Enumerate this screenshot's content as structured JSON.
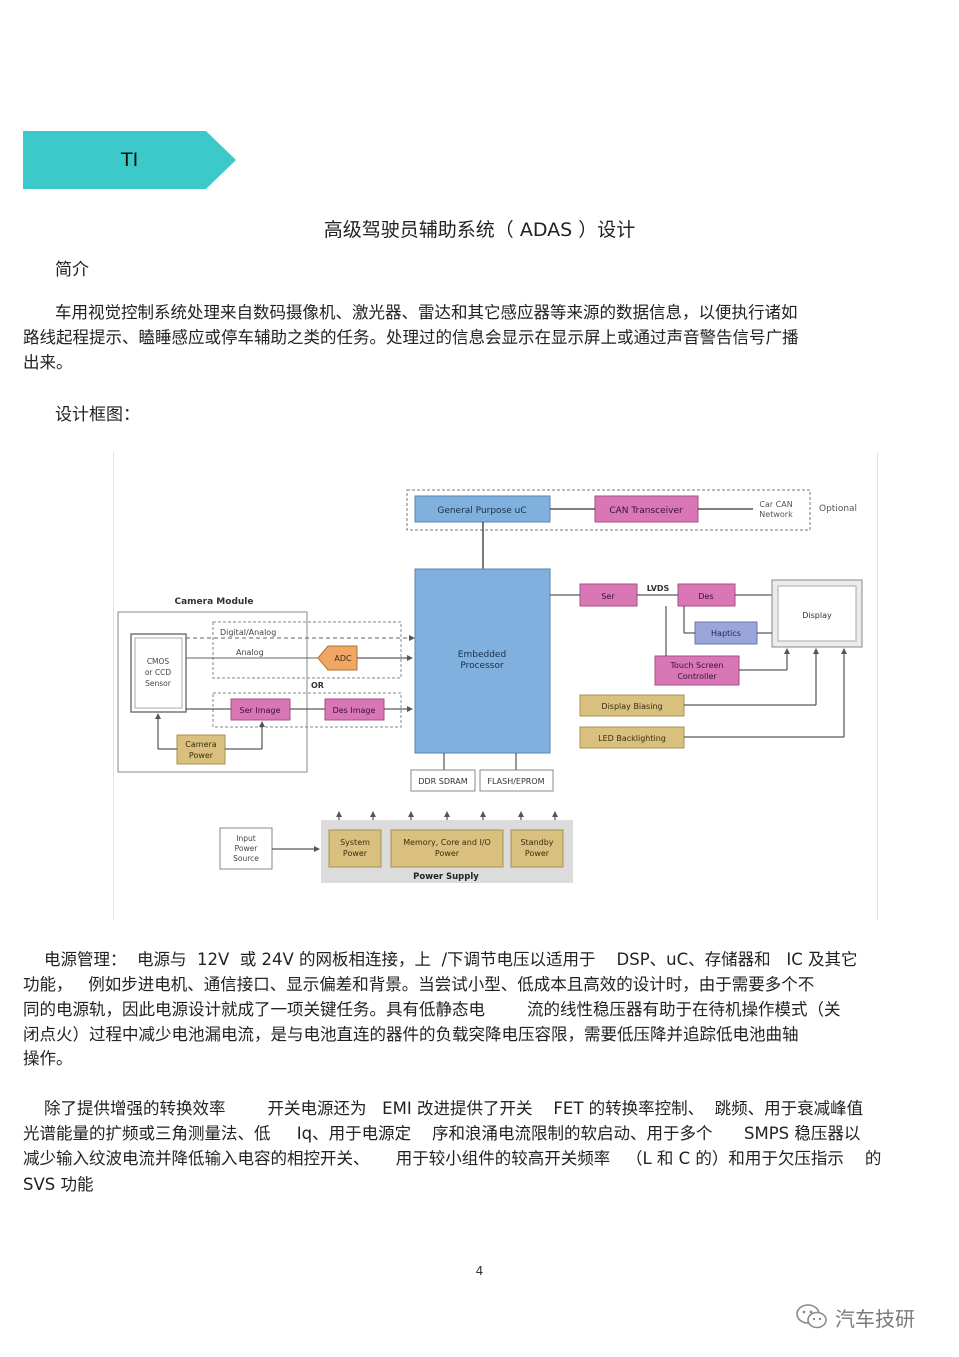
{
  "banner": {
    "label": "TI",
    "color": "#3cc9c9"
  },
  "title": "高级驾驶员辅助系统（ ADAS ）设计",
  "intro_heading": "简介",
  "intro_lines": [
    "车用视觉控制系统处理来自数码摄像机、激光器、雷达和其它感应器等来源的数据信息，以便执行诸如",
    "路线起程提示、瞌睡感应或停车辅助之类的任务。处理过的信息会显示在显示屏上或通过声音警告信号广播",
    "出来。"
  ],
  "diagram_heading": "设计框图：",
  "diagram": {
    "optional": "Optional",
    "general_purpose_uc": "General Purpose uC",
    "can_transceiver": "CAN Transceiver",
    "car_can_1": "Car CAN",
    "car_can_2": "Network",
    "camera_module": "Camera Module",
    "digital_analog": "Digital/Analog",
    "analog": "Analog",
    "cmos_1": "CMOS",
    "cmos_2": "or CCD",
    "cmos_3": "Sensor",
    "adc": "ADC",
    "or": "OR",
    "ser_image": "Ser Image",
    "des_image": "Des Image",
    "camera_power_1": "Camera",
    "camera_power_2": "Power",
    "embedded_1": "Embedded",
    "embedded_2": "Processor",
    "ser": "Ser",
    "lvds": "LVDS",
    "des": "Des",
    "display": "Display",
    "haptics": "Haptics",
    "touch_1": "Touch Screen",
    "touch_2": "Controller",
    "display_biasing": "Display Biasing",
    "led_backlighting": "LED Backlighting",
    "ddr_sdram": "DDR SDRAM",
    "flash_eprom": "FLASH/EPROM",
    "input_1": "Input",
    "input_2": "Power",
    "input_3": "Source",
    "system_power_1": "System",
    "system_power_2": "Power",
    "memory_1": "Memory, Core and I/O",
    "memory_2": "Power",
    "standby_1": "Standby",
    "standby_2": "Power",
    "power_supply": "Power Supply",
    "colors": {
      "blue": "#7fb0de",
      "magenta": "#d977b6",
      "gold": "#d9c07e",
      "lavender": "#9aa6da",
      "orange": "#f0a766"
    }
  },
  "power_lines": [
    "    电源管理：  电源与  12V  或 24V 的网板相连接，上  /下调节电压以适用于    DSP、uC、存储器和   IC 及其它",
    "功能，   例如步进电机、通信接口、显示偏差和背景。当尝试小型、低成本且高效的设计时，由于需要多个不",
    "同的电源轨，因此电源设计就成了一项关键任务。具有低静态电        流的线性稳压器有助于在待机操作模式（关",
    "闭点火）过程中减少电池漏电流，是与电池直连的器件的负载突降电压容限，需要低压降并追踪低电池曲轴",
    "操作。"
  ],
  "smps_lines": [
    "    除了提供增强的转换效率        开关电源还为   EMI 改进提供了开关    FET 的转换率控制、  跳频、用于衰减峰值",
    "光谱能量的扩频或三角测量法、低     Iq、用于电源定    序和浪涌电流限制的软启动、用于多个      SMPS 稳压器以",
    "减少输入纹波电流并降低输入电容的相控开关、     用于较小组件的较高开关频率   （L 和 C 的）和用于欠压指示    的",
    "SVS 功能"
  ],
  "page_number": "4",
  "watermark": "汽车技研"
}
